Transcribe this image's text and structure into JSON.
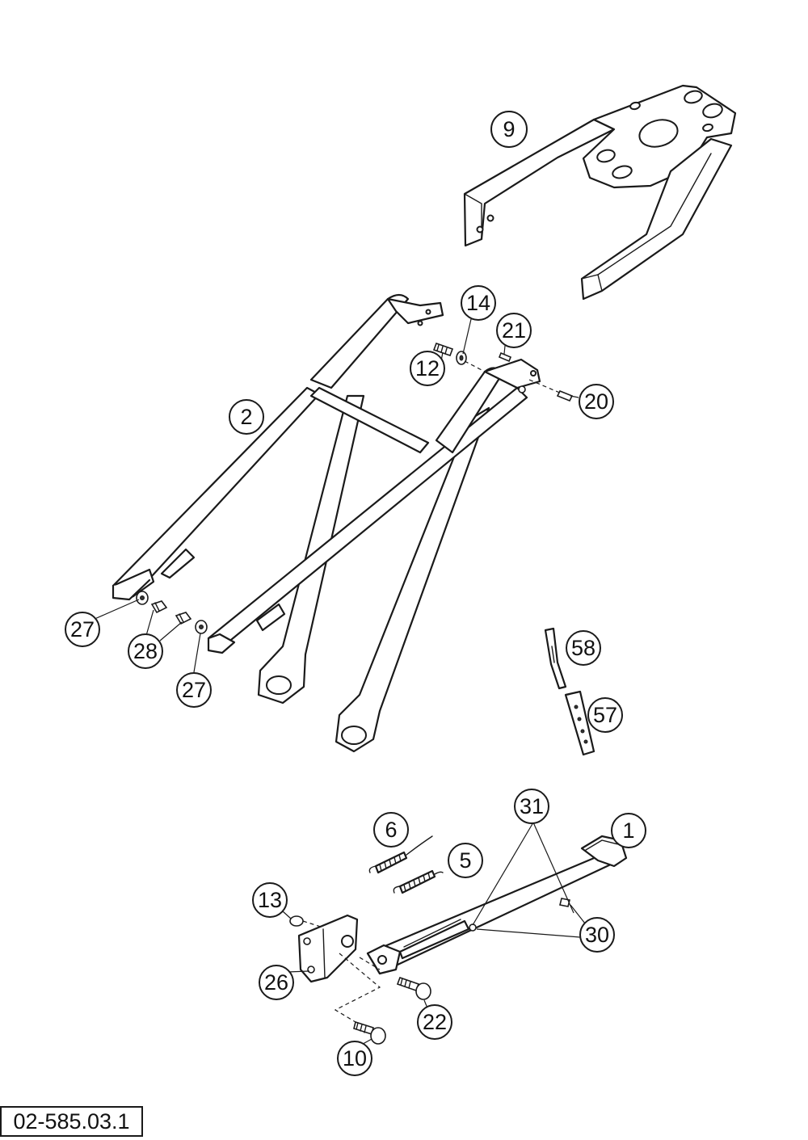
{
  "drawing_number": "02-585.03.1",
  "callouts": {
    "p9": "9",
    "p14": "14",
    "p21": "21",
    "p12": "12",
    "p20": "20",
    "p2": "2",
    "p27a": "27",
    "p28": "28",
    "p27b": "27",
    "p58": "58",
    "p57": "57",
    "p31": "31",
    "p1": "1",
    "p6": "6",
    "p5": "5",
    "p13": "13",
    "p30": "30",
    "p26": "26",
    "p22": "22",
    "p10": "10"
  }
}
